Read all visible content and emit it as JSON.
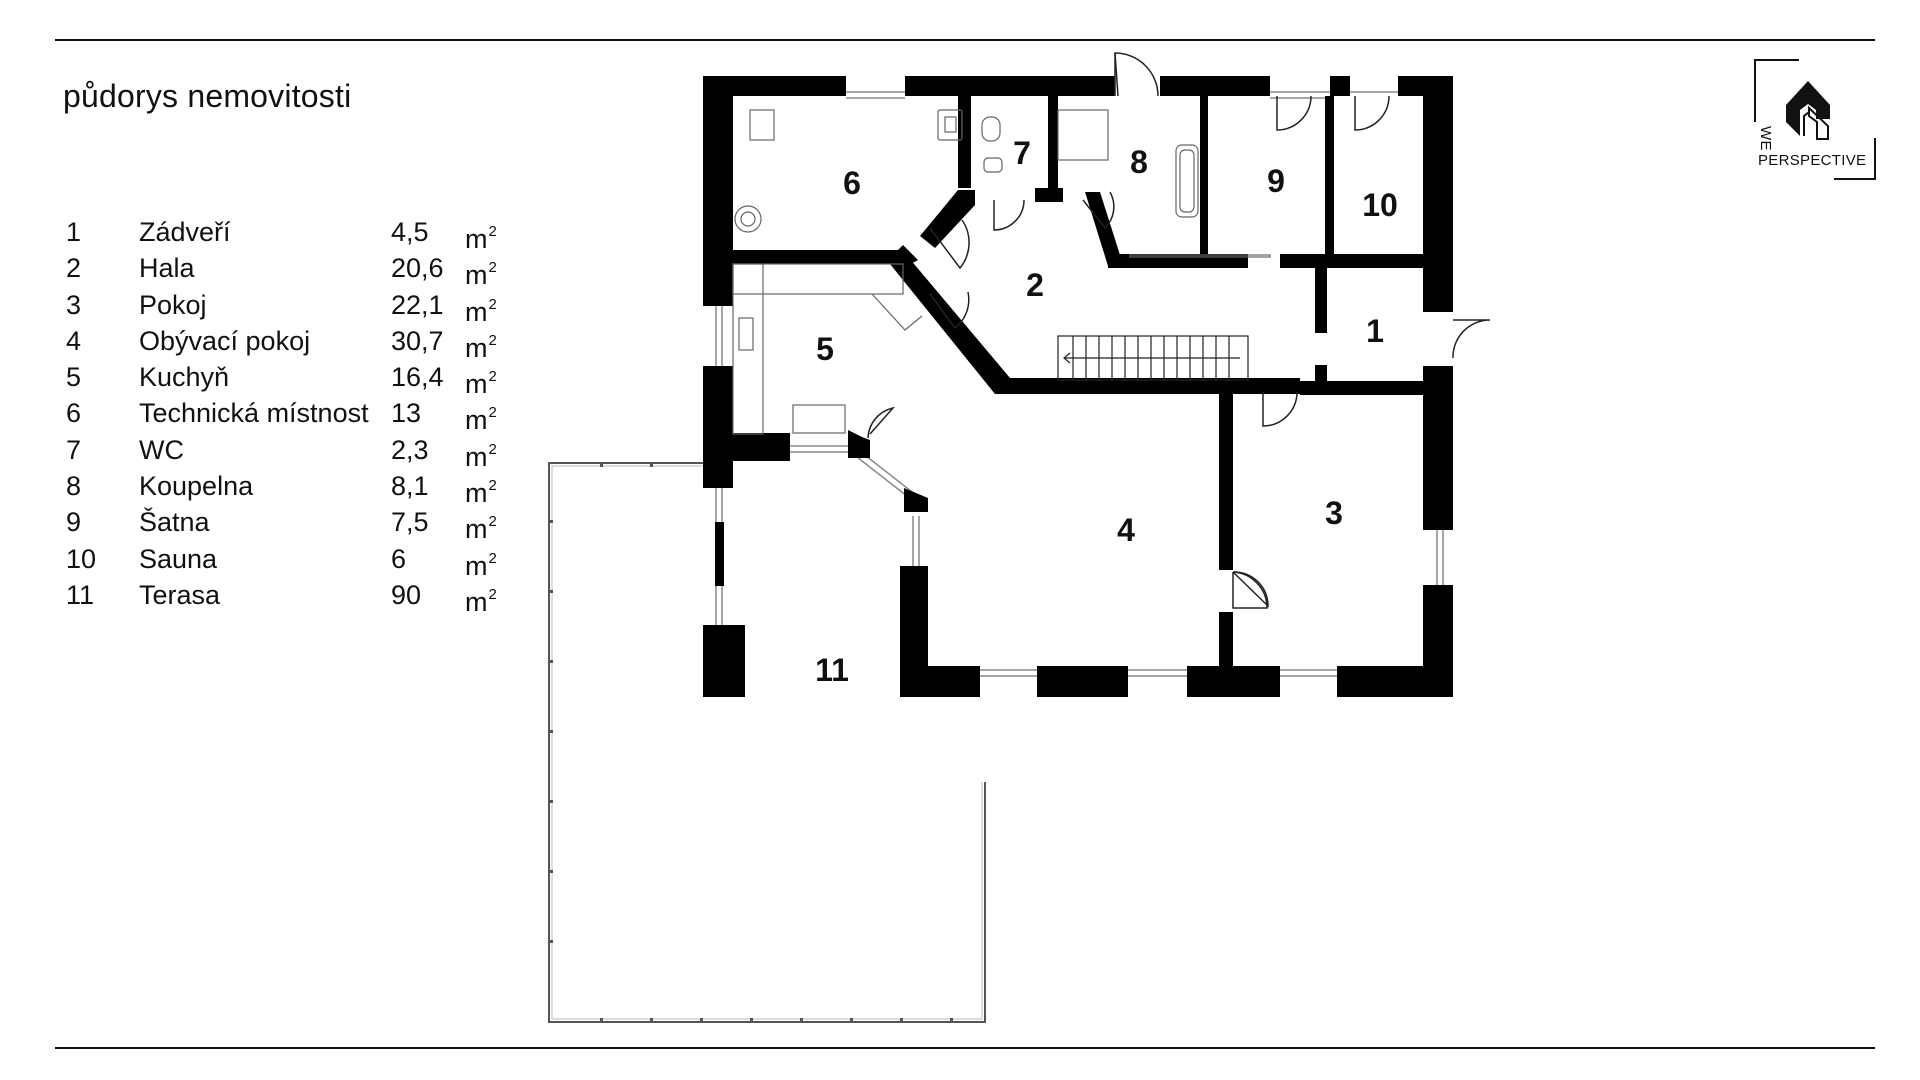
{
  "page": {
    "title": "půdorys nemovitosti"
  },
  "legend": {
    "unit": "m",
    "unit_exponent": "2",
    "rows": [
      {
        "number": "1",
        "name": "Zádveří",
        "area": "4,5"
      },
      {
        "number": "2",
        "name": "Hala",
        "area": "20,6"
      },
      {
        "number": "3",
        "name": "Pokoj",
        "area": "22,1"
      },
      {
        "number": "4",
        "name": "Obývací pokoj",
        "area": "30,7"
      },
      {
        "number": "5",
        "name": "Kuchyň",
        "area": "16,4"
      },
      {
        "number": "6",
        "name": "Technická místnost",
        "area": "13"
      },
      {
        "number": "7",
        "name": "WC",
        "area": "2,3"
      },
      {
        "number": "8",
        "name": "Koupelna",
        "area": "8,1"
      },
      {
        "number": "9",
        "name": "Šatna",
        "area": "7,5"
      },
      {
        "number": "10",
        "name": "Sauna",
        "area": "6"
      },
      {
        "number": "11",
        "name": "Terasa",
        "area": "90"
      }
    ]
  },
  "plan": {
    "room_labels": [
      "1",
      "2",
      "3",
      "4",
      "5",
      "6",
      "7",
      "8",
      "9",
      "10",
      "11"
    ],
    "wall_color": "#000000",
    "window_color": "#777777"
  },
  "logo": {
    "line1": "WE",
    "line2": "PERSPECTIVE",
    "icon": "house-icon"
  }
}
